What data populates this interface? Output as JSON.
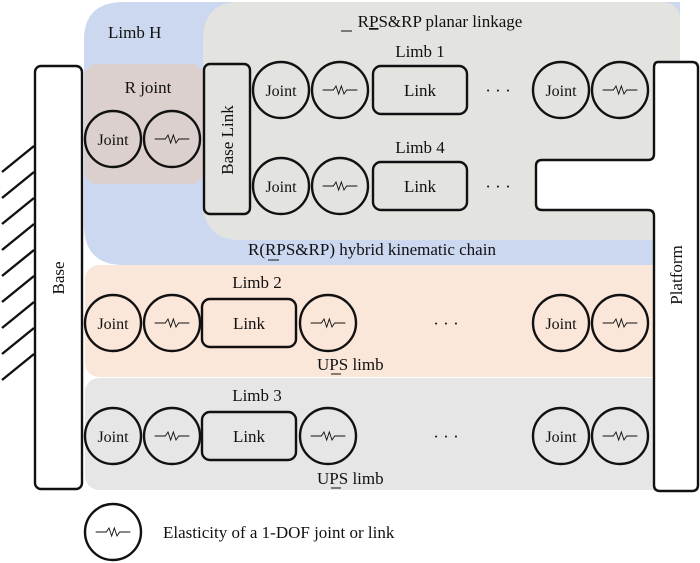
{
  "diagram": {
    "title": "R(RPS&RP) hybrid kinematic chain elasticity model",
    "colors": {
      "limb_h_region": "#cbd8ef",
      "r_joint_region": "#dbd0cd",
      "planar_region": "#e3e3e0",
      "limb2_region": "#fbe6da",
      "limb3_region": "#e6e6e6",
      "stroke": "#111111",
      "white": "#ffffff"
    },
    "base": {
      "label": "Base"
    },
    "platform": {
      "label": "Platform"
    },
    "limb_h": {
      "label": "Limb  H",
      "hybrid_label_parts": [
        "R(R",
        "P",
        "S&RP) hybrid kinematic chain"
      ]
    },
    "r_joint": {
      "label": "R joint",
      "joint_label": "Joint"
    },
    "planar": {
      "label_parts": [
        "R",
        "P",
        "S&RP planar linkage"
      ]
    },
    "base_link": {
      "label": "Base Link"
    },
    "limb1": {
      "label": "Limb  1",
      "joint_label": "Joint",
      "link_label": "Link",
      "end_joint_label": "Joint",
      "ellipsis": "· · ·"
    },
    "limb4": {
      "label": "Limb  4",
      "joint_label": "Joint",
      "link_label": "Link",
      "ellipsis": "· · ·"
    },
    "limb2": {
      "label": "Limb  2",
      "joint_label": "Joint",
      "link_label": "Link",
      "end_joint_label": "Joint",
      "ellipsis": "· · ·",
      "type_parts": [
        "U",
        "P",
        "S limb"
      ]
    },
    "limb3": {
      "label": "Limb 3",
      "joint_label": "Joint",
      "link_label": "Link",
      "end_joint_label": "Joint",
      "ellipsis": "· · ·",
      "type_parts": [
        "U",
        "P",
        "S limb"
      ]
    },
    "legend": {
      "symbol": "elastic-spring-icon",
      "text": "Elasticity of a 1-DOF joint or link"
    }
  }
}
